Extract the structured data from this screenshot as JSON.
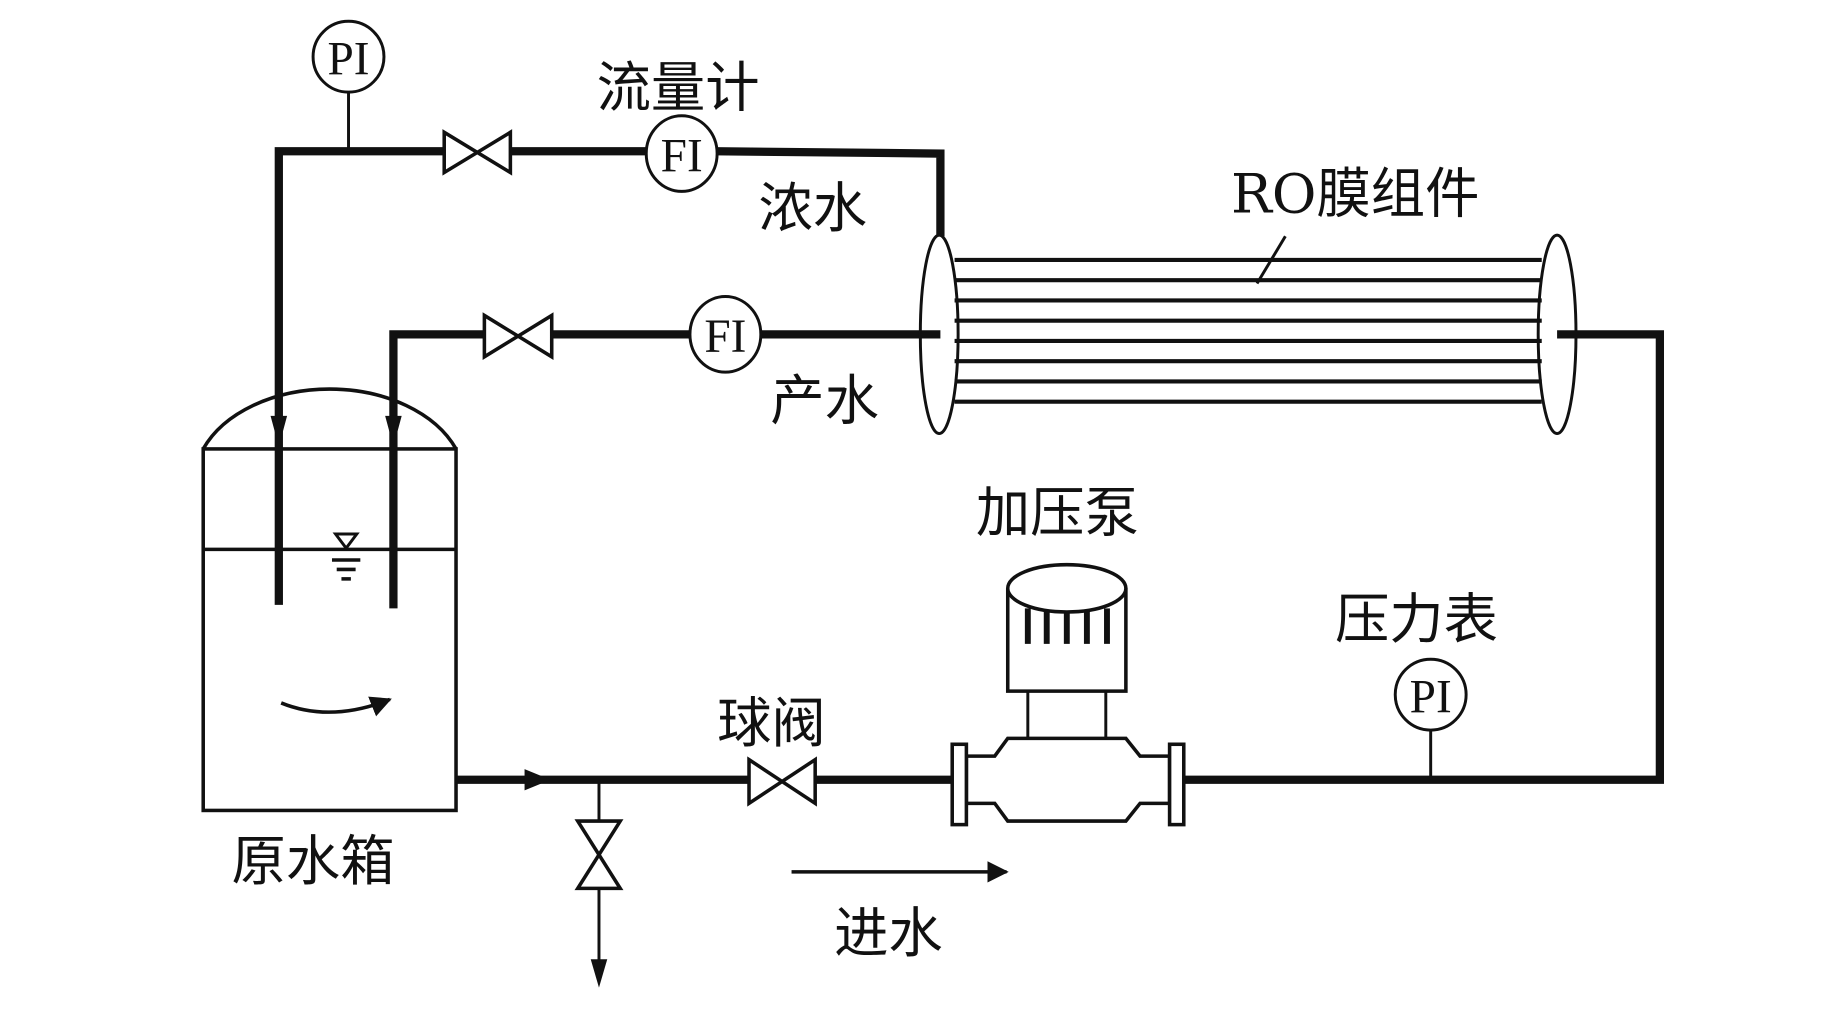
{
  "title": "RO membrane test system schematic",
  "labels": {
    "flowmeter": "流量计",
    "concentrate": "浓水",
    "ro_module": "RO膜组件",
    "permeate": "产水",
    "booster_pump": "加压泵",
    "pressure_gauge": "压力表",
    "ball_valve": "球阀",
    "raw_water_tank": "原水箱",
    "feed_water": "进水"
  },
  "instruments": {
    "pi_top": "PI",
    "fi_concentrate": "FI",
    "fi_permeate": "FI",
    "pi_feed": "PI"
  },
  "membrane": {
    "tube_count": 8
  },
  "colors": {
    "line": "#111111",
    "background": "#ffffff"
  }
}
